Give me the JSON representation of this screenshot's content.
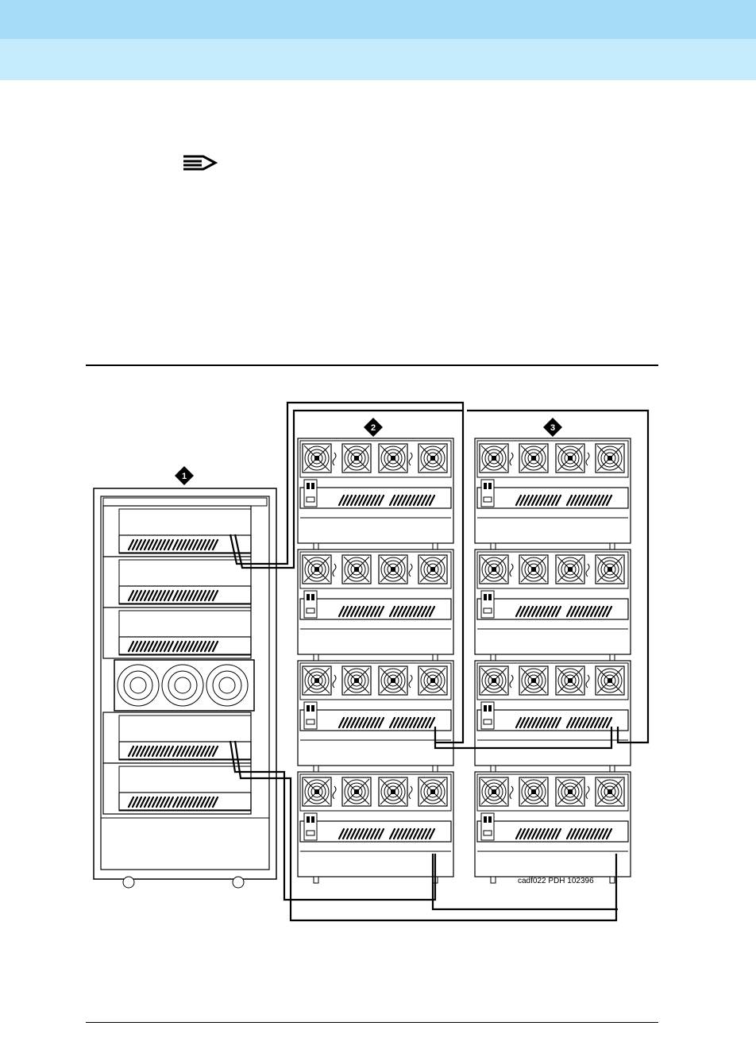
{
  "header": {
    "band_top_color": "#a6dcf7",
    "band_bottom_color": "#c4eafc"
  },
  "note": {
    "icon": "note-icon"
  },
  "figure": {
    "callouts": [
      "1",
      "2",
      "3"
    ],
    "caption_id": "cadf022 PDH 102396"
  }
}
